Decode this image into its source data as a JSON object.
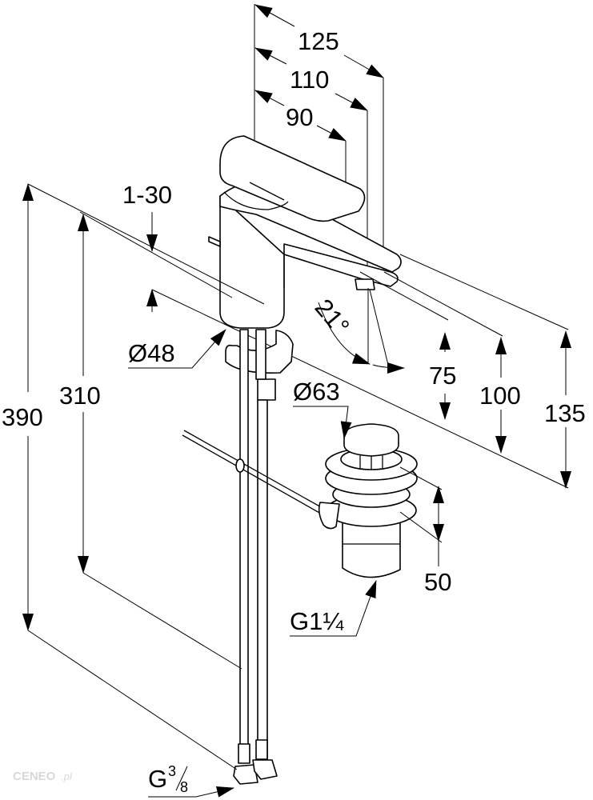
{
  "title": "Faucet technical dimension drawing",
  "dimensions": {
    "spout_reach_125": "125",
    "spout_reach_110": "110",
    "lever_reach_90": "90",
    "deck_thickness": "1-30",
    "body_diameter": "Ø48",
    "spout_angle": "21°",
    "height_75": "75",
    "height_100": "100",
    "height_135": "135",
    "drain_diameter": "Ø63",
    "drain_height": "50",
    "drain_thread": "G1¼",
    "total_390": "390",
    "hose_310": "310",
    "hose_thread_prefix": "G",
    "hose_thread_num": "3",
    "hose_thread_den": "8"
  },
  "watermark": {
    "brand": "CENEO",
    "suffix": ".pl"
  },
  "colors": {
    "line": "#000000",
    "background": "#ffffff",
    "watermark": "#d8d8d8"
  }
}
